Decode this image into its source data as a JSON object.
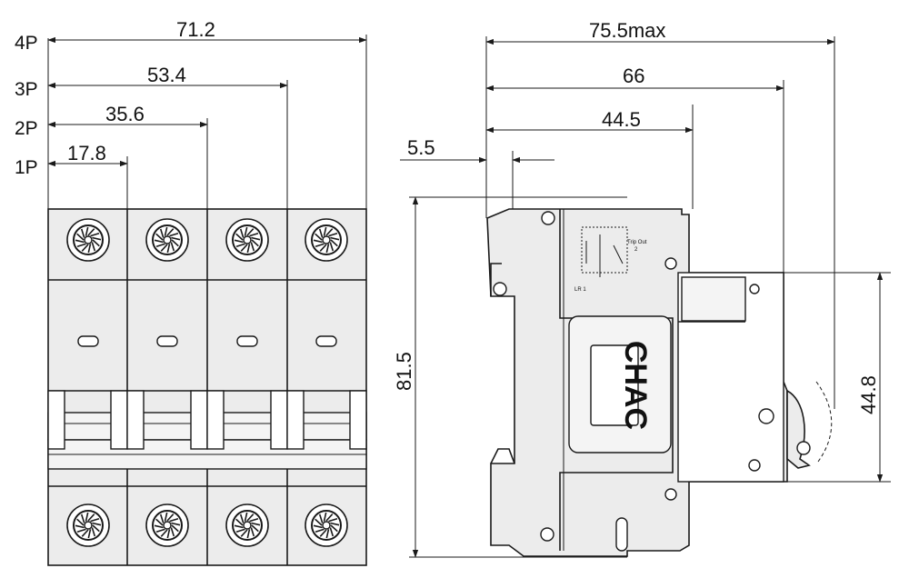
{
  "front_view": {
    "pole_labels": [
      "1P",
      "2P",
      "3P",
      "4P"
    ],
    "pole_widths": [
      "17.8",
      "35.6",
      "53.4",
      "71.2"
    ]
  },
  "side_view": {
    "depth_max": "75.5max",
    "depth": "66",
    "depth_front": "44.5",
    "rail_offset": "5.5",
    "height": "81.5",
    "front_height": "44.8",
    "brand": "CHAC",
    "tag_trip": "Trip Out",
    "tag_trip_2": "2",
    "tag_lr": "LR 1"
  }
}
